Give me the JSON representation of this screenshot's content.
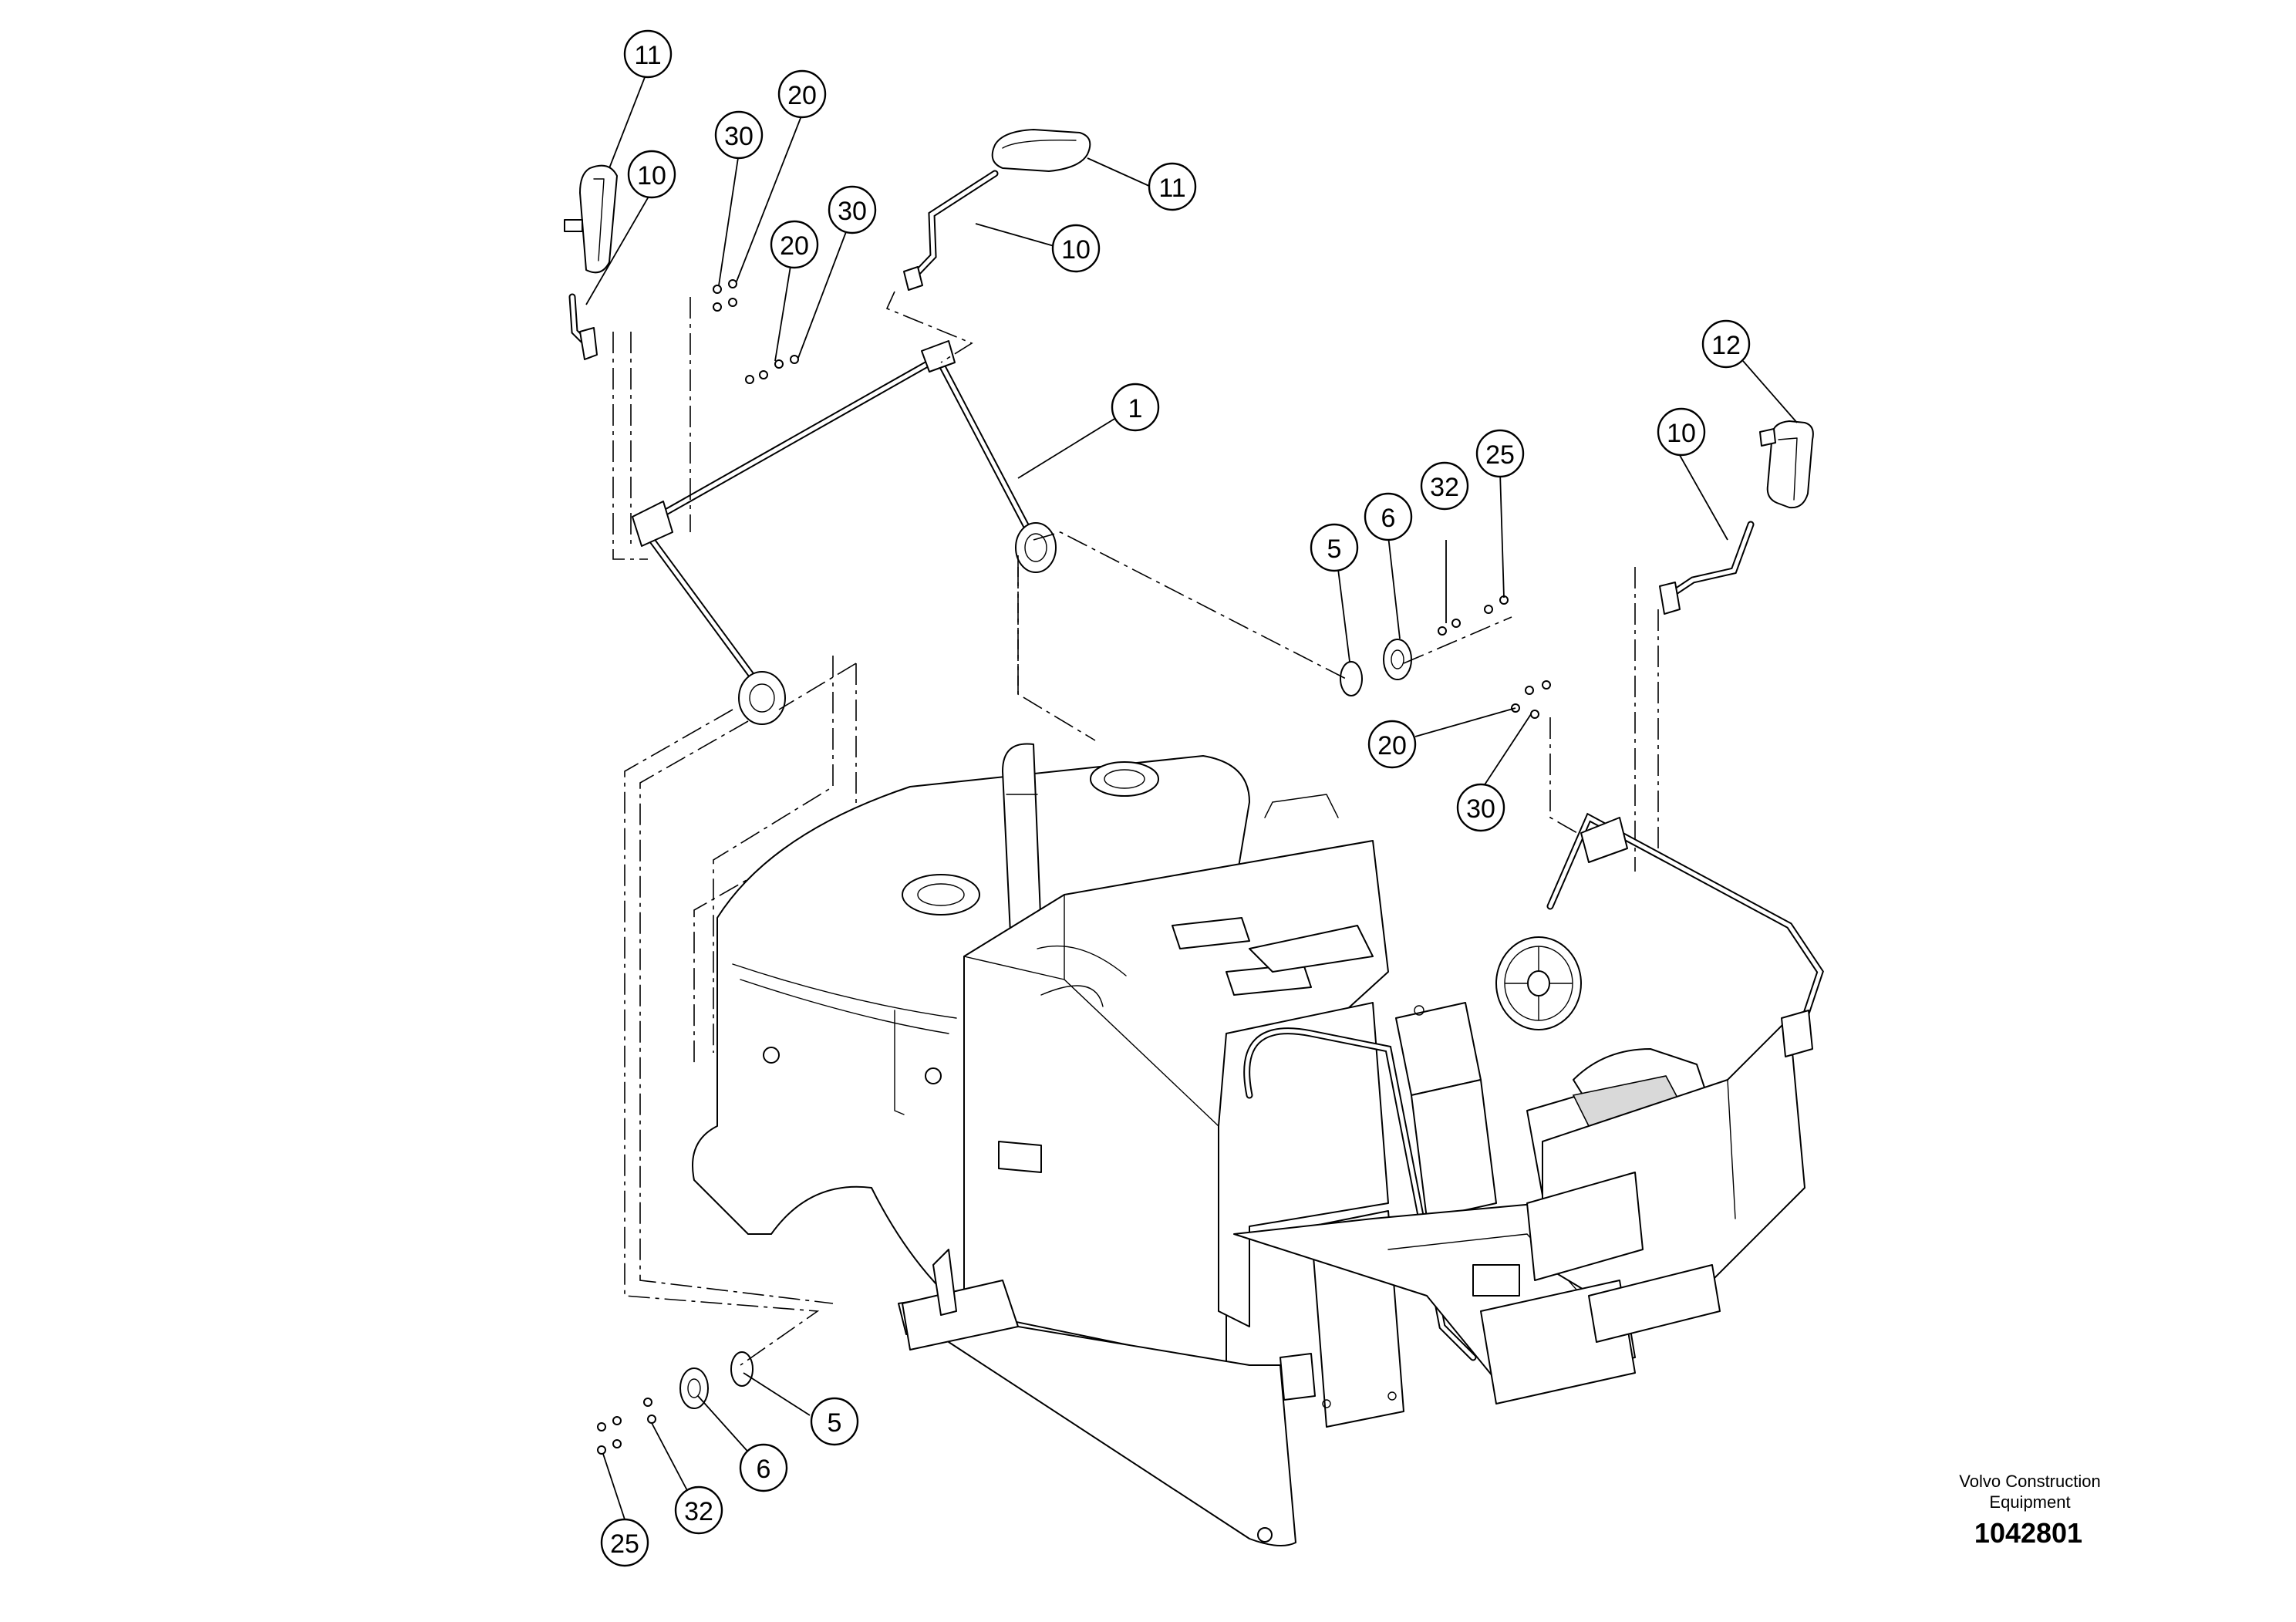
{
  "callouts": [
    {
      "id": "c1",
      "label": "11"
    },
    {
      "id": "c2",
      "label": "10"
    },
    {
      "id": "c3",
      "label": "30"
    },
    {
      "id": "c4",
      "label": "20"
    },
    {
      "id": "c5",
      "label": "20"
    },
    {
      "id": "c6",
      "label": "30"
    },
    {
      "id": "c7",
      "label": "11"
    },
    {
      "id": "c8",
      "label": "10"
    },
    {
      "id": "c9",
      "label": "1"
    },
    {
      "id": "c10",
      "label": "12"
    },
    {
      "id": "c11",
      "label": "10"
    },
    {
      "id": "c12",
      "label": "25"
    },
    {
      "id": "c13",
      "label": "32"
    },
    {
      "id": "c14",
      "label": "6"
    },
    {
      "id": "c15",
      "label": "5"
    },
    {
      "id": "c16",
      "label": "20"
    },
    {
      "id": "c17",
      "label": "30"
    },
    {
      "id": "c18",
      "label": "5"
    },
    {
      "id": "c19",
      "label": "6"
    },
    {
      "id": "c20",
      "label": "32"
    },
    {
      "id": "c21",
      "label": "25"
    }
  ],
  "title_block": {
    "manufacturer_line1": "Volvo Construction",
    "manufacturer_line2": "Equipment",
    "drawing_number": "1042801"
  }
}
